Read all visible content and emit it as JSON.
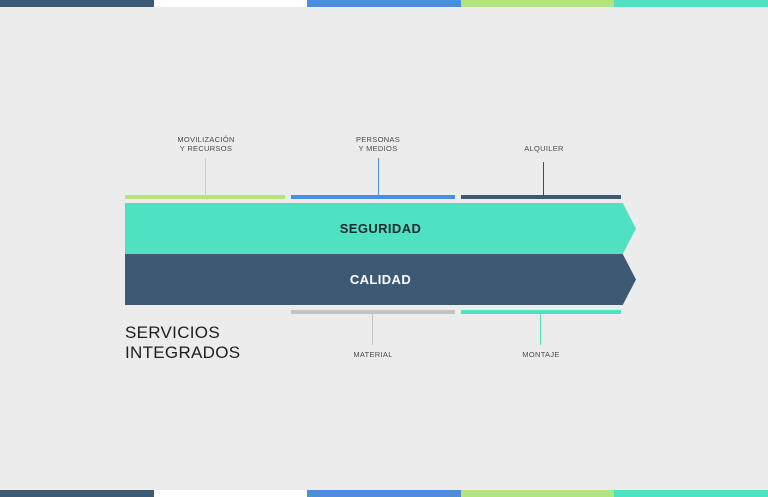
{
  "colors": {
    "background": "#ececec",
    "dark_blue": "#3d5a74",
    "white": "#ffffff",
    "blue": "#4a8fdc",
    "light_green": "#b4e47c",
    "teal": "#4fe2c2",
    "grey": "#c4c4c4"
  },
  "stripes": [
    "#3d5a74",
    "#ffffff",
    "#4a8fdc",
    "#b4e47c",
    "#4fe2c2"
  ],
  "top_labels": {
    "movilizacion": "MOVILIZACIÓN\nY RECURSOS",
    "personas": "PERSONAS\nY MEDIOS",
    "alquiler": "ALQUILER"
  },
  "arrows": {
    "seguridad": "SEGURIDAD",
    "calidad": "CALIDAD"
  },
  "bottom_labels": {
    "material": "MATERIAL",
    "montaje": "MONTAJE"
  },
  "title": "SERVICIOS\nINTEGRADOS"
}
